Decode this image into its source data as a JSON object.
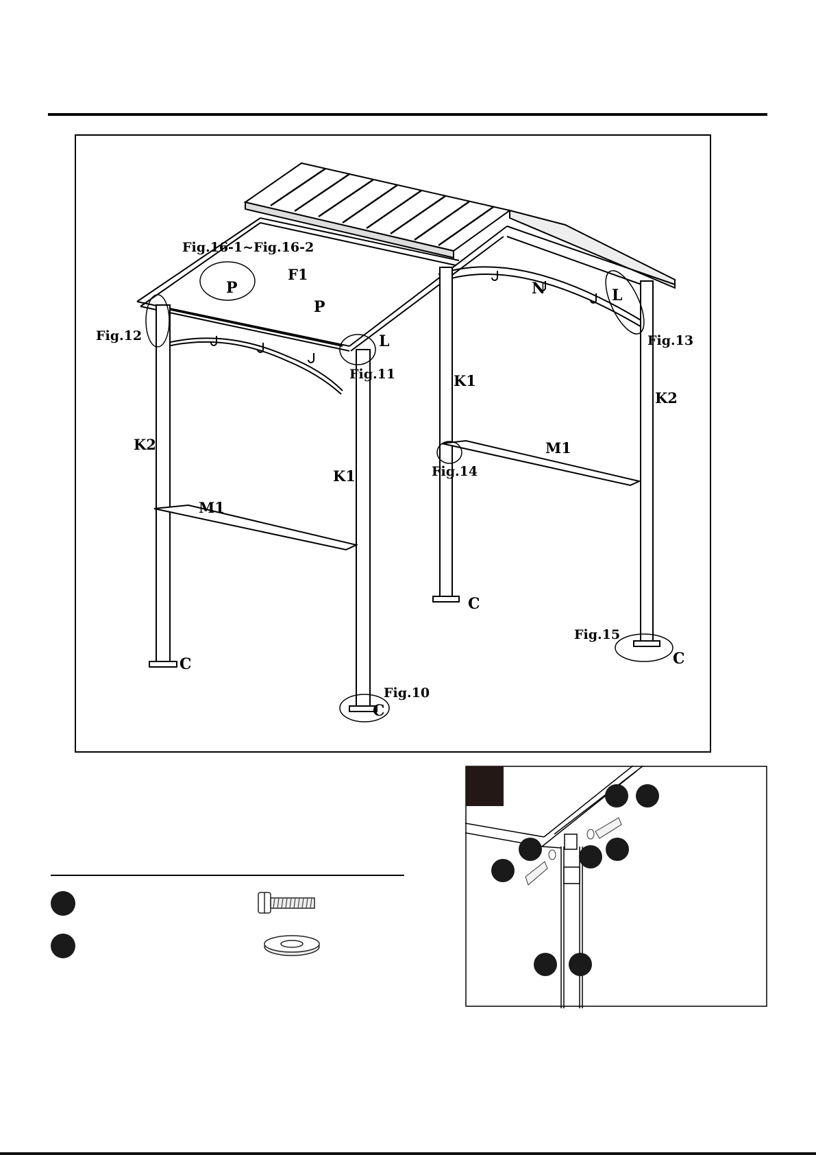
{
  "main_figure": {
    "labels": {
      "fig16": "Fig.16-1~Fig.16-2",
      "f1": "F1",
      "p1": "P",
      "p2": "P",
      "n": "N",
      "l1": "L",
      "l2": "L",
      "fig12": "Fig.12",
      "fig13": "Fig.13",
      "fig11": "Fig.11",
      "k1a": "K1",
      "k1b": "K1",
      "k2a": "K2",
      "k2b": "K2",
      "m1a": "M1",
      "m1b": "M1",
      "fig14": "Fig.14",
      "fig15": "Fig.15",
      "fig10": "Fig.10",
      "c1": "C",
      "c2": "C",
      "c3": "C",
      "c4": "C"
    }
  },
  "parts_list": {
    "items": [
      {
        "icon": "bolt-icon"
      },
      {
        "icon": "washer-icon"
      }
    ]
  },
  "detail_figure": {
    "badge_color": "#231815"
  }
}
